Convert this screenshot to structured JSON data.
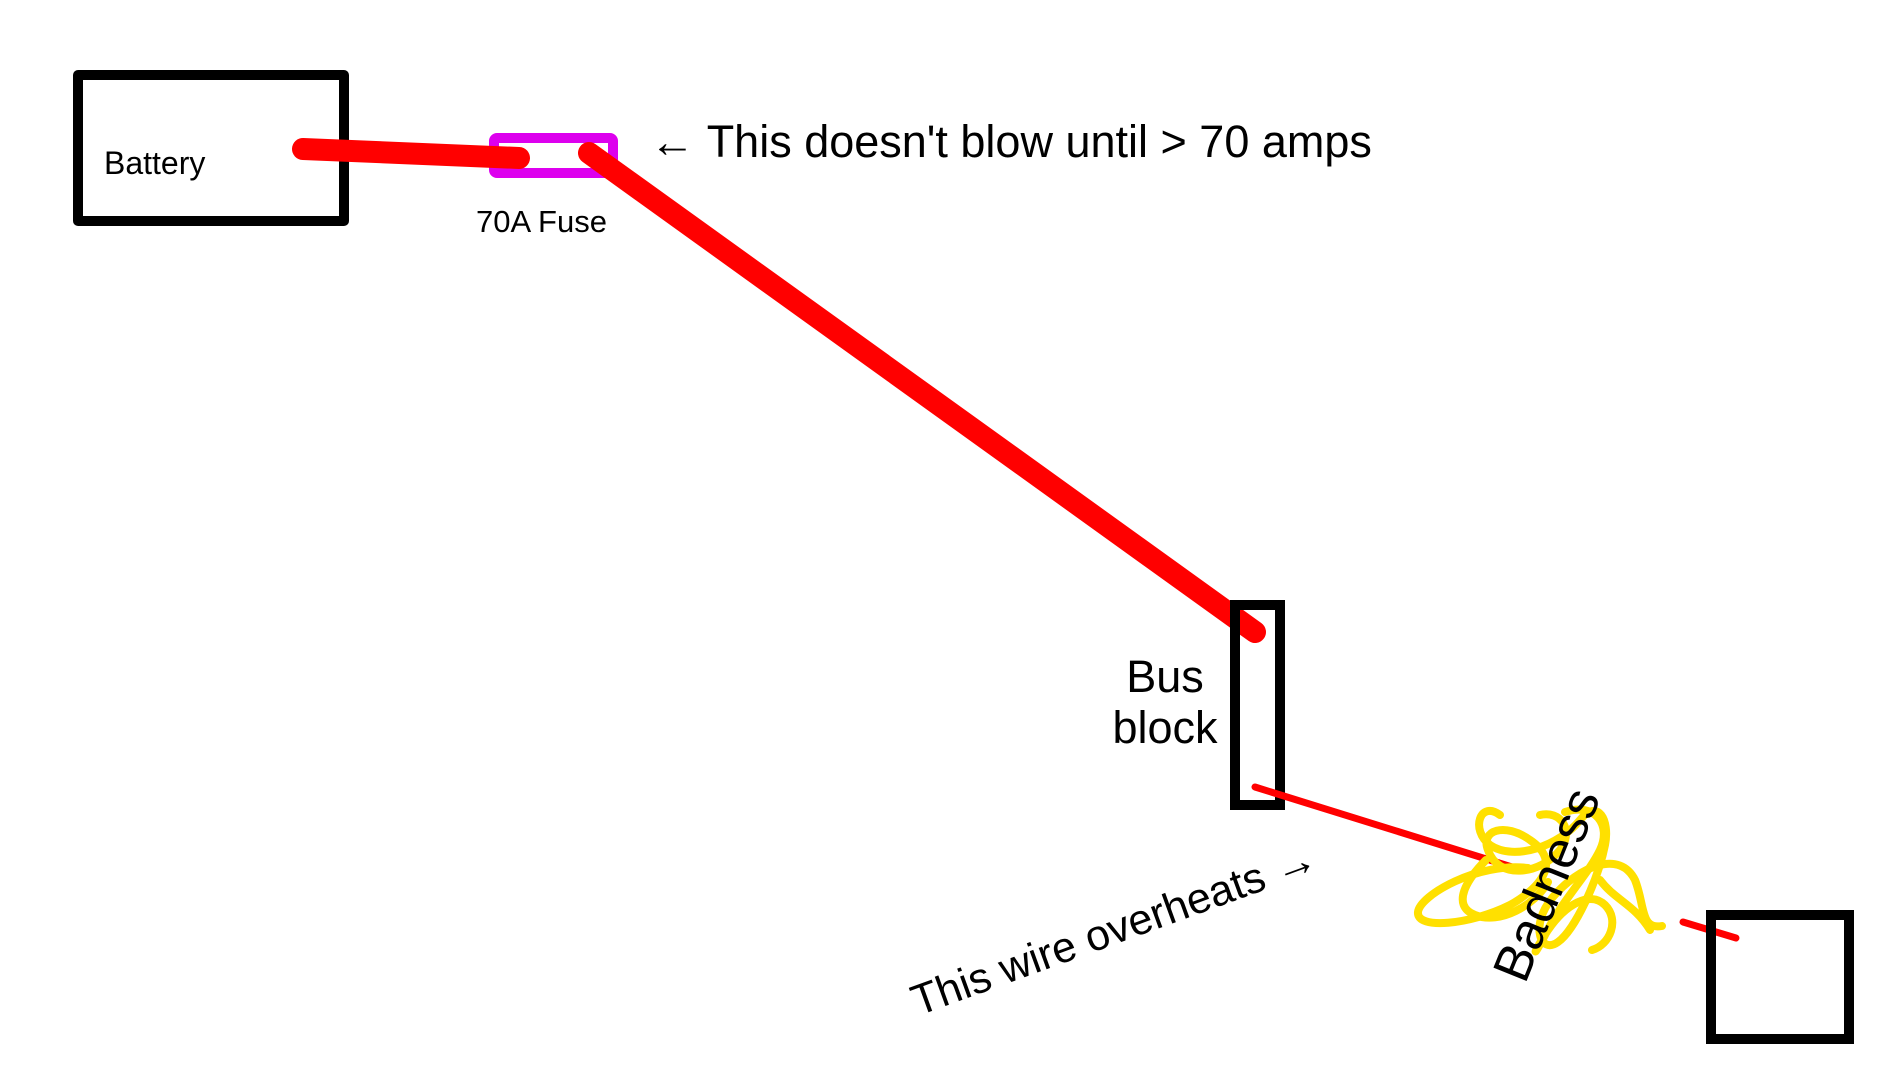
{
  "labels": {
    "battery": "Battery",
    "fuse": "70A Fuse",
    "fuse_note": "← This doesn't blow until > 70 amps",
    "bus_line1": "Bus",
    "bus_line2": "block",
    "wire_note": "This wire overheats →",
    "badness": "Badness"
  },
  "colors": {
    "outline": "#000000",
    "wire": "#ff0000",
    "fuse": "#dd00ee",
    "badness": "#ffe000",
    "background": "#ffffff"
  }
}
